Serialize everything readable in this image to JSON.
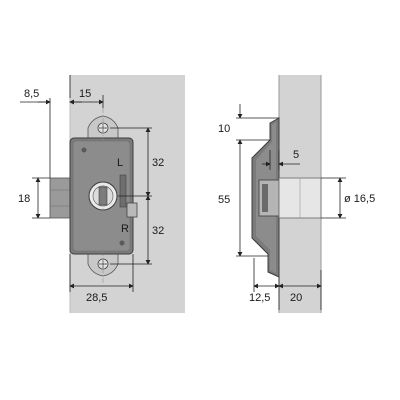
{
  "dimensions": {
    "d_8_5": "8,5",
    "d_15": "15",
    "d_18": "18",
    "d_32_top": "32",
    "d_32_bottom": "32",
    "d_28_5": "28,5",
    "d_10": "10",
    "d_5": "5",
    "d_55": "55",
    "d_dia_16_5": "ø 16,5",
    "d_12_5": "12,5",
    "d_20": "20"
  },
  "markings": {
    "left_mark": "L",
    "right_mark": "R"
  },
  "colors": {
    "board": "#d3d3d3",
    "board_edge": "#b8b8b8",
    "lock_body": "#7b7b7b",
    "lock_face": "#8c8c8c",
    "lock_dark": "#5a5a5a",
    "plate": "#c8c8c8",
    "cylinder": "#e9e9e9"
  }
}
